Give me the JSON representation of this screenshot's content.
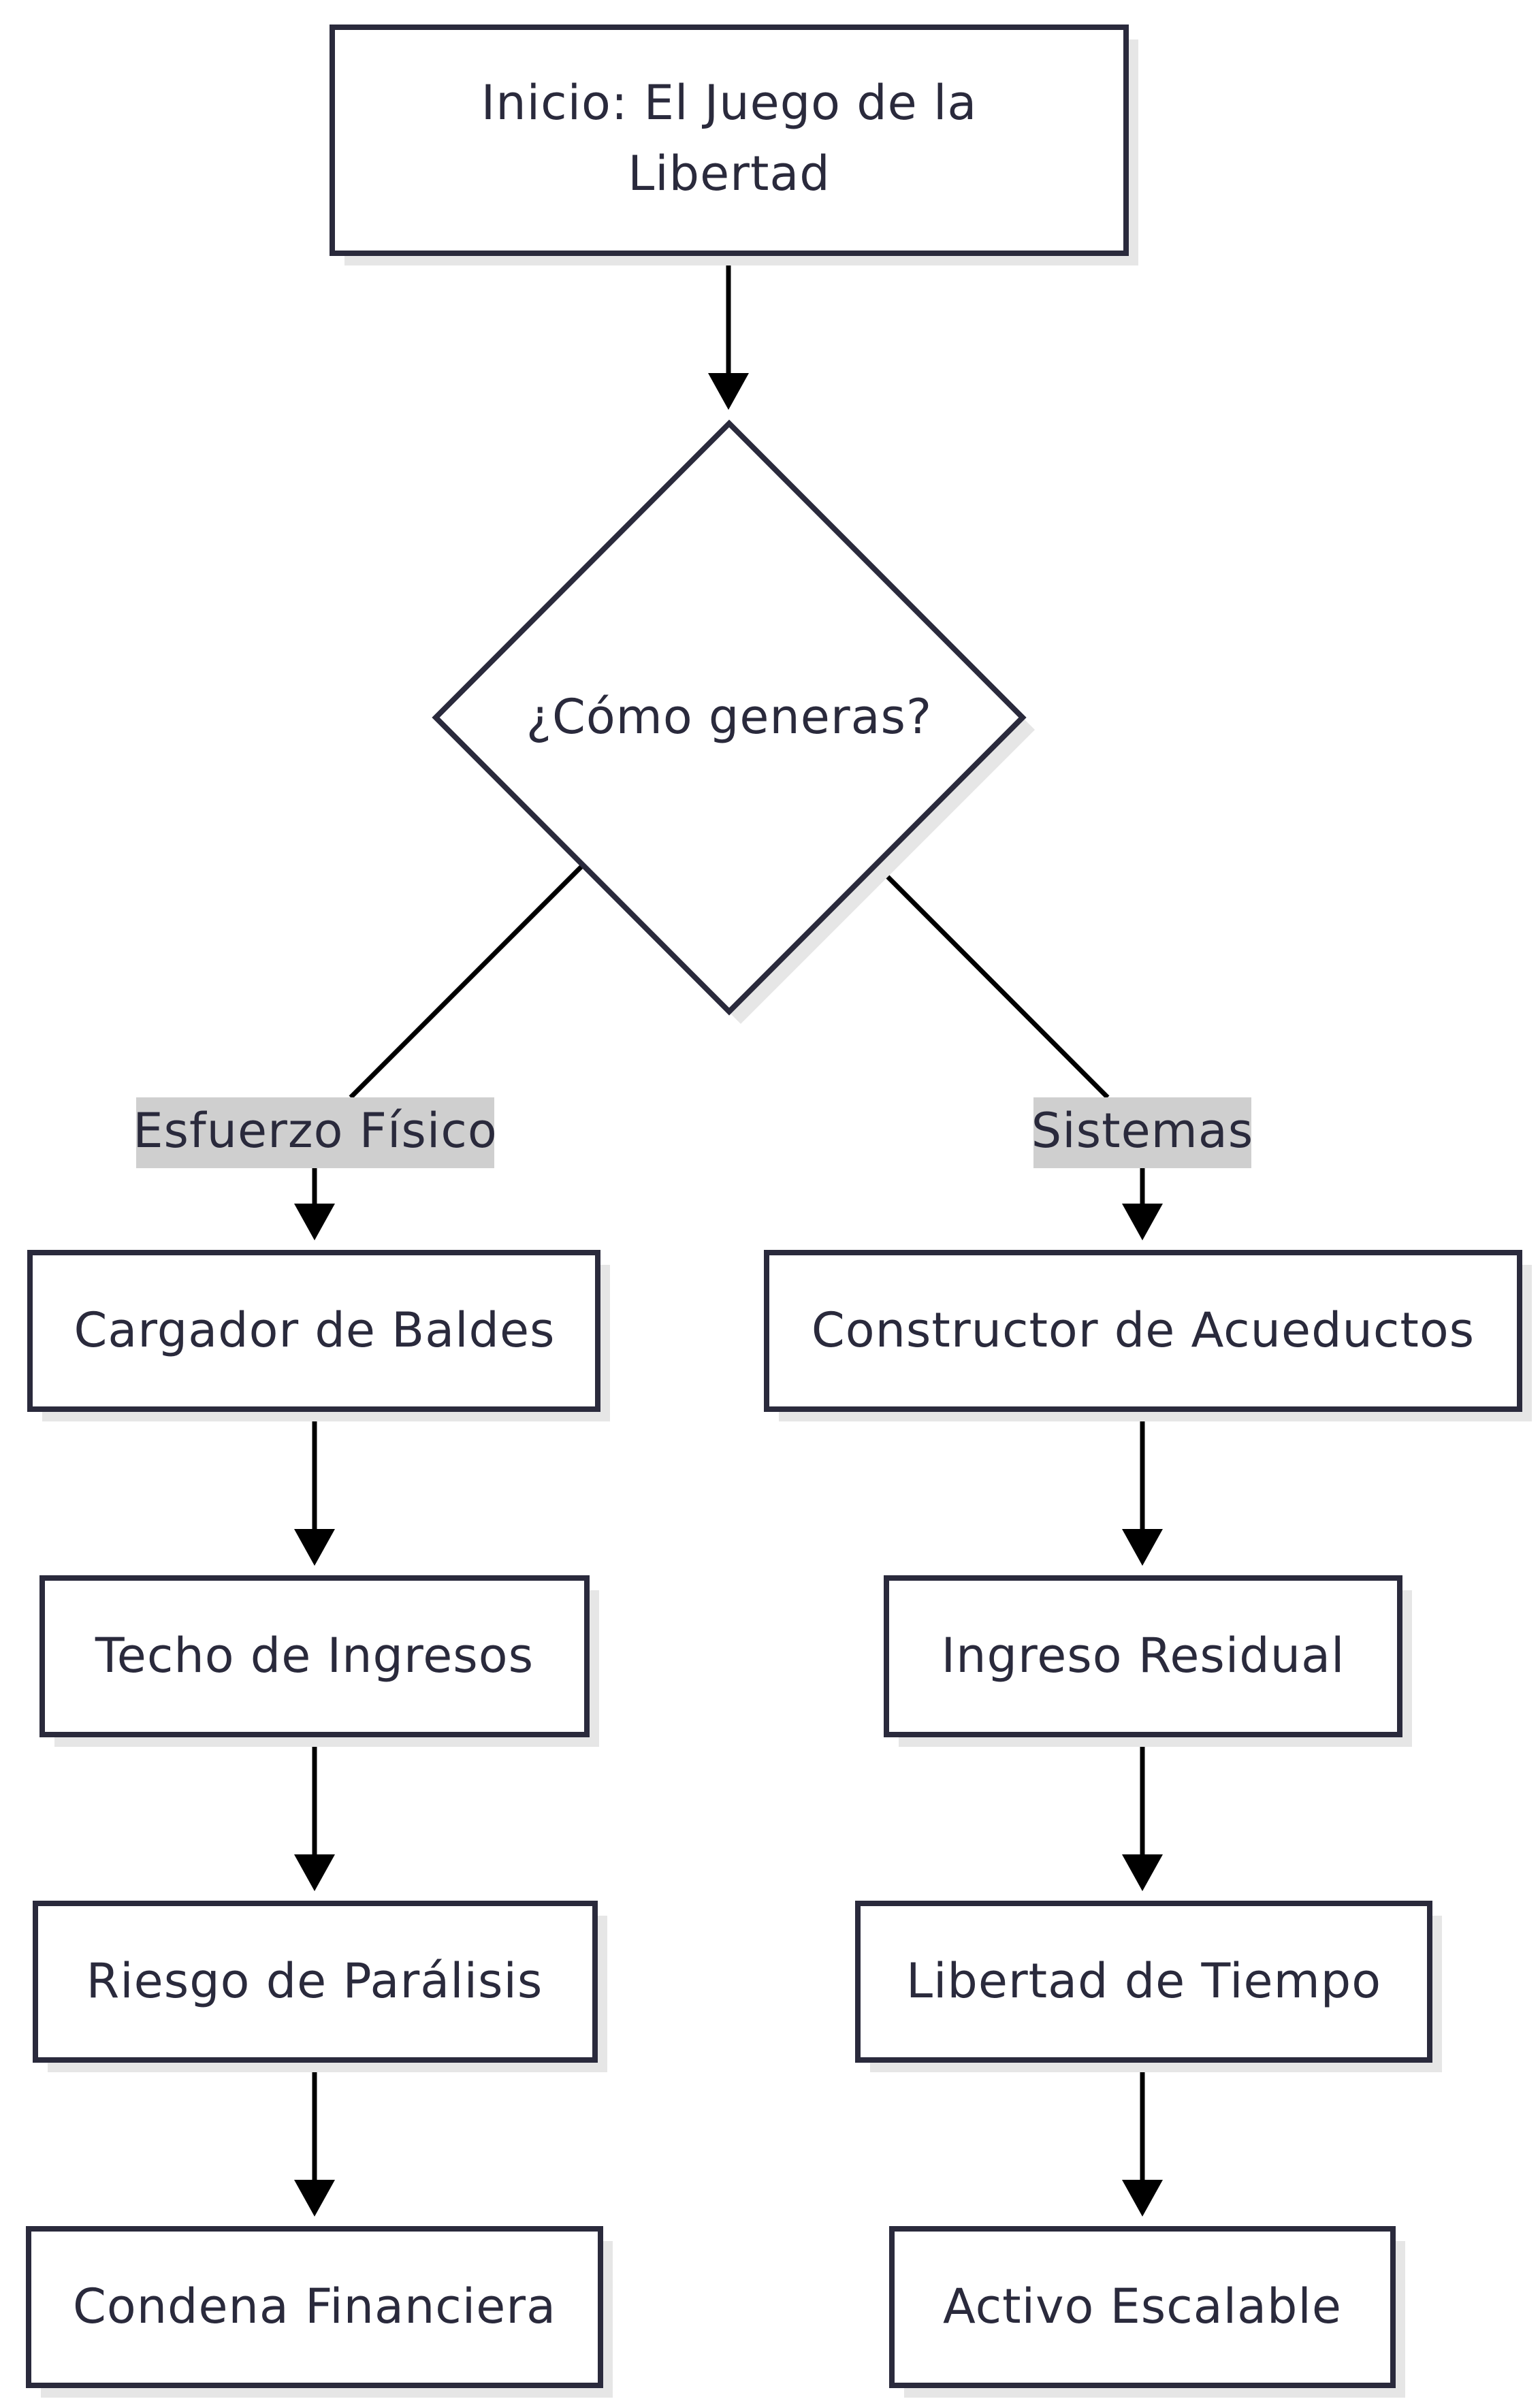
{
  "nodes": {
    "start": {
      "line1": "Inicio: El Juego de la",
      "line2": "Libertad"
    },
    "decision": "¿Cómo generas?",
    "left": [
      "Cargador de Baldes",
      "Techo de Ingresos",
      "Riesgo de Parálisis",
      "Condena Financiera"
    ],
    "right": [
      "Constructor de Acueductos",
      "Ingreso Residual",
      "Libertad de Tiempo",
      "Activo Escalable"
    ]
  },
  "edge_labels": {
    "left": "Esfuerzo Físico",
    "right": "Sistemas"
  },
  "colors": {
    "stroke": "#2a2a3c",
    "edge": "#000000",
    "label_bg": "#cfcfcf",
    "shadow": "#e6e6e6"
  }
}
